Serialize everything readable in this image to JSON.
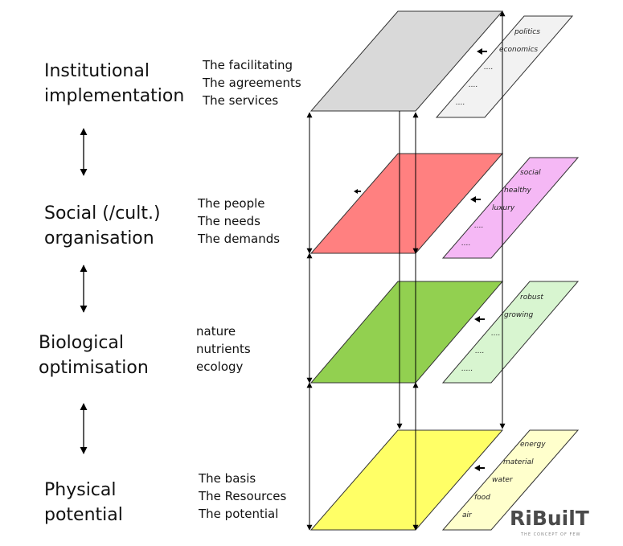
{
  "levels": [
    {
      "title_l1": "Institutional",
      "title_l2": "implementation",
      "desc": [
        "The facilitating",
        "The agreements",
        "The services"
      ]
    },
    {
      "title_l1": "Social (/cult.)",
      "title_l2": "organisation",
      "desc": [
        "The people",
        "The needs",
        "The demands"
      ]
    },
    {
      "title_l1": "Biological",
      "title_l2": "optimisation",
      "desc": [
        "nature",
        "nutrients",
        "ecology"
      ]
    },
    {
      "title_l1": "Physical",
      "title_l2": "potential",
      "desc": [
        "The basis",
        "The Resources",
        "The potential"
      ]
    }
  ],
  "side_labels": {
    "institutional": [
      "politics",
      "economics",
      "....",
      "....",
      "...."
    ],
    "social": [
      "social",
      "healthy",
      "luxury",
      "....",
      "...."
    ],
    "biological": [
      "robust",
      "growing",
      "....",
      "....",
      "....."
    ],
    "physical": [
      "energy",
      "material",
      "water",
      "food",
      "air"
    ]
  },
  "colors": {
    "institutional": "#d9d9d9",
    "institutional_side": "#f2f2f2",
    "social": "#ff8080",
    "social_side": "#f5b8f5",
    "biological": "#92d050",
    "biological_side": "#d8f5d0",
    "physical": "#ffff66",
    "physical_side": "#ffffcc"
  },
  "logo": {
    "word": "RiBuilT",
    "tagline": "THE CONCEPT OF FEW"
  }
}
